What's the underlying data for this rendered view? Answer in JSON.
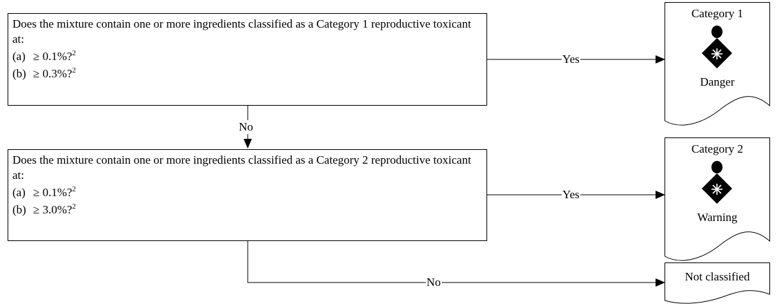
{
  "question1": {
    "prompt": "Does the mixture contain one or more ingredients classified as a Category 1 reproductive toxicant at:",
    "options": [
      {
        "label": "(a)",
        "value": "≥ 0.1%?",
        "note": "2"
      },
      {
        "label": "(b)",
        "value": "≥ 0.3%?",
        "note": "2"
      }
    ]
  },
  "question2": {
    "prompt": "Does the mixture contain one or more ingredients classified as a Category 2 reproductive toxicant at:",
    "options": [
      {
        "label": "(a)",
        "value": "≥ 0.1%?",
        "note": "2"
      },
      {
        "label": "(b)",
        "value": "≥ 3.0%?",
        "note": "2"
      }
    ]
  },
  "edges": {
    "q1_yes": "Yes",
    "q1_no": "No",
    "q2_yes": "Yes",
    "q2_no": "No"
  },
  "outcomes": {
    "cat1": {
      "title": "Category 1",
      "signal": "Danger",
      "icon": "health-hazard-icon"
    },
    "cat2": {
      "title": "Category 2",
      "signal": "Warning",
      "icon": "health-hazard-icon"
    },
    "none": {
      "title": "Not classified"
    }
  }
}
